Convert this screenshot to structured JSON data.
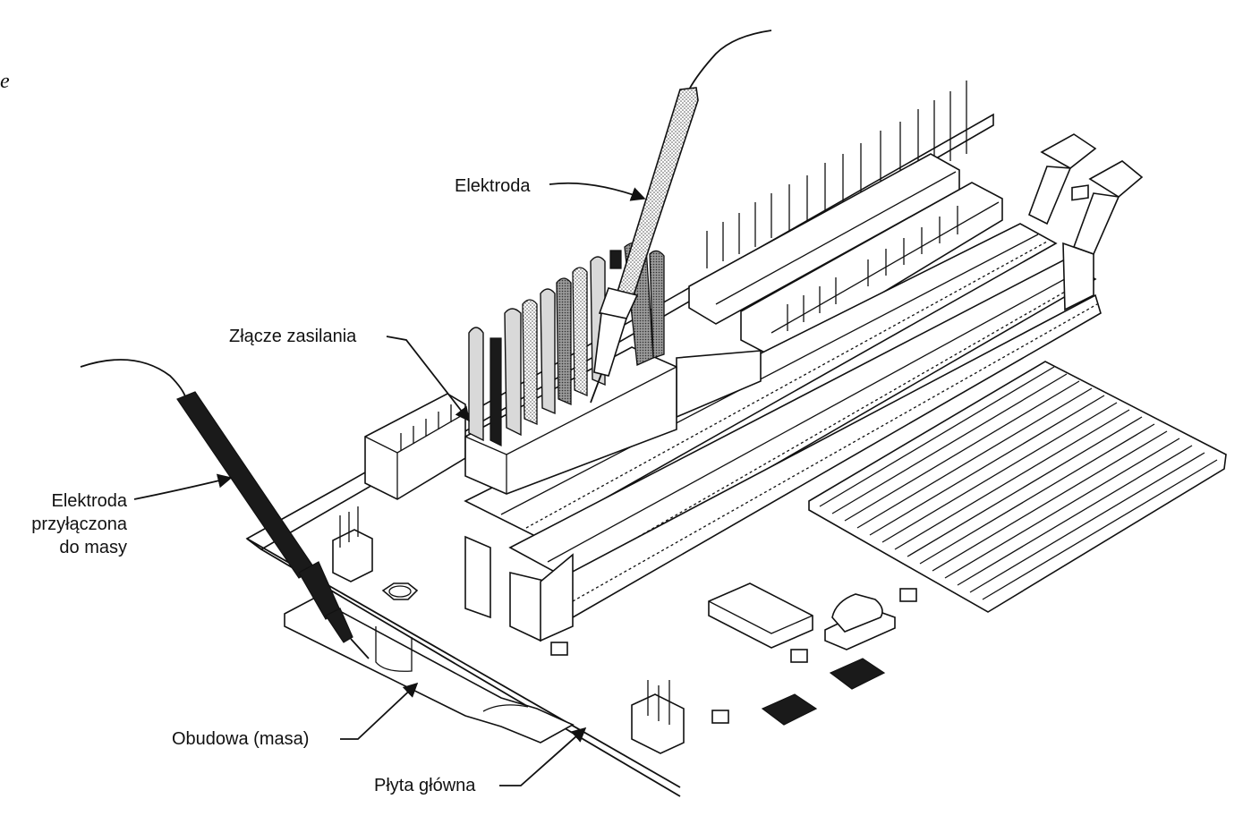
{
  "corner_letter": "e",
  "labels": {
    "probe": "Elektroda",
    "power_connector": "Złącze zasilania",
    "ground_probe_line1": "Elektroda",
    "ground_probe_line2": "przyłączona",
    "ground_probe_line3": "do masy",
    "chassis": "Obudowa (masa)",
    "motherboard": "Płyta główna"
  },
  "icons": [
    "probe-icon",
    "ground-probe-icon",
    "heatsink-icon",
    "memory-slot-icon",
    "connector-icon"
  ]
}
